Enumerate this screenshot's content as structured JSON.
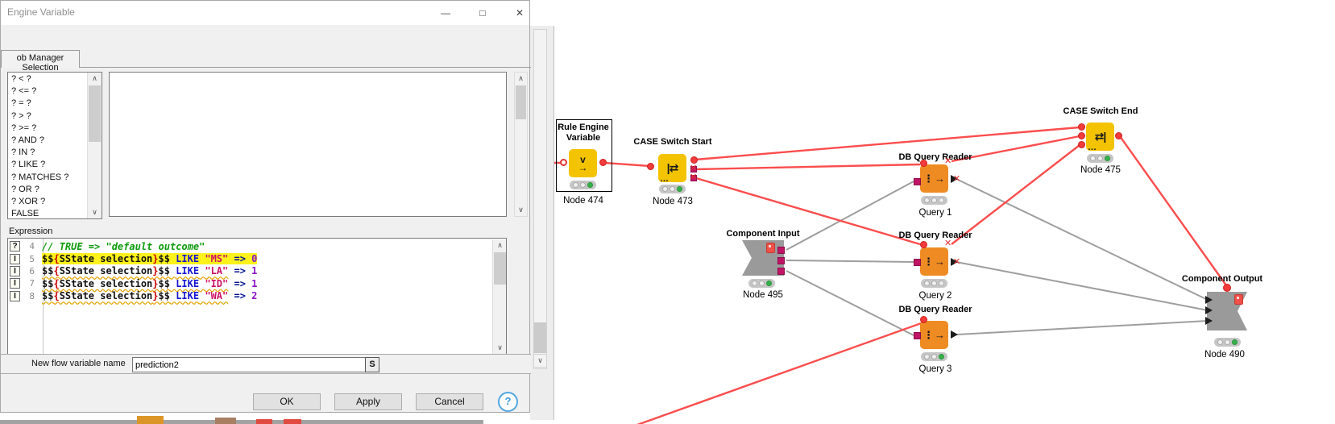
{
  "window": {
    "title": "Engine Variable",
    "minimize_icon": "—",
    "maximize_icon": "□",
    "close_icon": "✕"
  },
  "icons": {
    "scroll_up": "∧",
    "scroll_down": "∨",
    "x_mark": "✕"
  },
  "dialog": {
    "tab_label": "ob Manager Selection",
    "operators": [
      "? < ?",
      "? <= ?",
      "? = ?",
      "? > ?",
      "? >= ?",
      "? AND ?",
      "? IN ?",
      "? LIKE ?",
      "? MATCHES ?",
      "? OR ?",
      "? XOR ?",
      "FALSE"
    ],
    "expression_label": "Expression",
    "expression_lines": [
      {
        "no": "4",
        "gutter": "?",
        "kind": "comment",
        "text": "// TRUE => \"default outcome\"",
        "highlight": false,
        "squiggle": false
      },
      {
        "no": "5",
        "gutter": "I",
        "kind": "rule",
        "variable": "SState selection",
        "operator": "LIKE",
        "value": "\"MS\"",
        "arrow": "=>",
        "outcome": "0",
        "highlight": true,
        "squiggle": false
      },
      {
        "no": "6",
        "gutter": "I",
        "kind": "rule",
        "variable": "SState selection",
        "operator": "LIKE",
        "value": "\"LA\"",
        "arrow": "=>",
        "outcome": "1",
        "highlight": false,
        "squiggle": true
      },
      {
        "no": "7",
        "gutter": "I",
        "kind": "rule",
        "variable": "SState selection",
        "operator": "LIKE",
        "value": "\"ID\"",
        "arrow": "=>",
        "outcome": "1",
        "highlight": false,
        "squiggle": true
      },
      {
        "no": "8",
        "gutter": "I",
        "kind": "rule",
        "variable": "SState selection",
        "operator": "LIKE",
        "value": "\"WA\"",
        "arrow": "=>",
        "outcome": "2",
        "highlight": false,
        "squiggle": true
      }
    ],
    "new_flow_variable": {
      "label": "New flow variable name",
      "value": "prediction2",
      "type_icon": "S"
    },
    "buttons": {
      "ok": "OK",
      "apply": "Apply",
      "cancel": "Cancel",
      "help_icon": "?"
    }
  },
  "canvas": {
    "nodes": {
      "rule_engine_variable": {
        "line1": "Rule Engine",
        "line2": "Variable",
        "id": "Node 474",
        "icon_glyph": "v",
        "icon_arrow": "→"
      },
      "case_switch_start": {
        "title": "CASE Switch Start",
        "id": "Node 473",
        "icon_glyph": "|⇄",
        "icon_dots": "…"
      },
      "db_query_reader_1": {
        "title": "DB Query Reader",
        "id": "Query 1",
        "icon_glyph": "⋮",
        "icon_arrow": "→"
      },
      "db_query_reader_2": {
        "title": "DB Query Reader",
        "id": "Query 2",
        "icon_glyph": "⋮",
        "icon_arrow": "→"
      },
      "db_query_reader_3": {
        "title": "DB Query Reader",
        "id": "Query 3",
        "icon_glyph": "⋮",
        "icon_arrow": "→"
      },
      "component_input": {
        "title": "Component Input",
        "id": "Node 495"
      },
      "case_switch_end": {
        "title": "CASE Switch End",
        "id": "Node 475",
        "icon_glyph": "⇄|",
        "icon_dots": "…"
      },
      "component_output": {
        "title": "Component Output",
        "id": "Node 490"
      }
    },
    "colors": {
      "flow_connection": "#fb4d4d",
      "data_connection": "#9e9e9e",
      "node_yellow": "#f3c300",
      "node_orange": "#ef8b23",
      "component_gray": "#9a9a9a",
      "db_port": "#c01566",
      "status_green": "#35b24a"
    }
  }
}
